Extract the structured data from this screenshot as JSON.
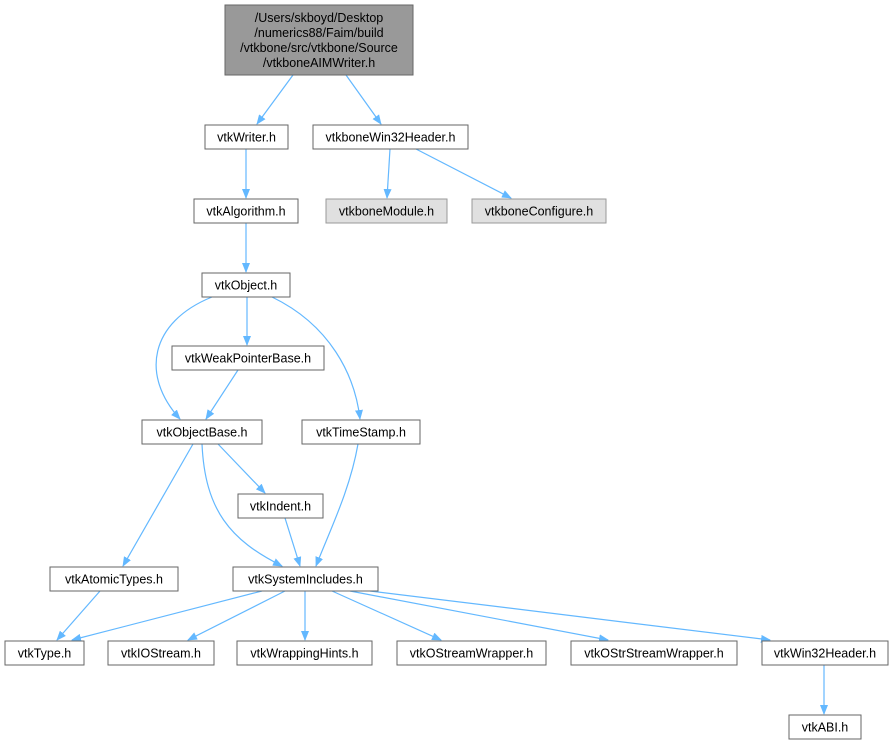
{
  "colors": {
    "edge": "#63b8ff",
    "node_fill": "#ffffff",
    "node_stroke": "#666666",
    "root_fill": "#999999",
    "root_stroke": "#666666",
    "external_fill": "#e0e0e0",
    "external_stroke": "#999999"
  },
  "nodes": [
    {
      "id": "root",
      "kind": "root",
      "lines": [
        "/Users/skboyd/Desktop",
        "/numerics88/Faim/build",
        "/vtkbone/src/vtkbone/Source",
        "/vtkboneAIMWriter.h"
      ]
    },
    {
      "id": "vtkWriter",
      "kind": "normal",
      "lines": [
        "vtkWriter.h"
      ]
    },
    {
      "id": "vtkboneWin32Header",
      "kind": "normal",
      "lines": [
        "vtkboneWin32Header.h"
      ]
    },
    {
      "id": "vtkAlgorithm",
      "kind": "normal",
      "lines": [
        "vtkAlgorithm.h"
      ]
    },
    {
      "id": "vtkboneModule",
      "kind": "external",
      "lines": [
        "vtkboneModule.h"
      ]
    },
    {
      "id": "vtkboneConfigure",
      "kind": "external",
      "lines": [
        "vtkboneConfigure.h"
      ]
    },
    {
      "id": "vtkObject",
      "kind": "normal",
      "lines": [
        "vtkObject.h"
      ]
    },
    {
      "id": "vtkWeakPointerBase",
      "kind": "normal",
      "lines": [
        "vtkWeakPointerBase.h"
      ]
    },
    {
      "id": "vtkObjectBase",
      "kind": "normal",
      "lines": [
        "vtkObjectBase.h"
      ]
    },
    {
      "id": "vtkTimeStamp",
      "kind": "normal",
      "lines": [
        "vtkTimeStamp.h"
      ]
    },
    {
      "id": "vtkIndent",
      "kind": "normal",
      "lines": [
        "vtkIndent.h"
      ]
    },
    {
      "id": "vtkAtomicTypes",
      "kind": "normal",
      "lines": [
        "vtkAtomicTypes.h"
      ]
    },
    {
      "id": "vtkSystemIncludes",
      "kind": "normal",
      "lines": [
        "vtkSystemIncludes.h"
      ]
    },
    {
      "id": "vtkType",
      "kind": "normal",
      "lines": [
        "vtkType.h"
      ]
    },
    {
      "id": "vtkIOStream",
      "kind": "normal",
      "lines": [
        "vtkIOStream.h"
      ]
    },
    {
      "id": "vtkWrappingHints",
      "kind": "normal",
      "lines": [
        "vtkWrappingHints.h"
      ]
    },
    {
      "id": "vtkOStreamWrapper",
      "kind": "normal",
      "lines": [
        "vtkOStreamWrapper.h"
      ]
    },
    {
      "id": "vtkOStrStreamWrapper",
      "kind": "normal",
      "lines": [
        "vtkOStrStreamWrapper.h"
      ]
    },
    {
      "id": "vtkWin32Header",
      "kind": "normal",
      "lines": [
        "vtkWin32Header.h"
      ]
    },
    {
      "id": "vtkABI",
      "kind": "normal",
      "lines": [
        "vtkABI.h"
      ]
    }
  ],
  "edges": [
    {
      "from": "root",
      "to": "vtkWriter"
    },
    {
      "from": "root",
      "to": "vtkboneWin32Header"
    },
    {
      "from": "vtkWriter",
      "to": "vtkAlgorithm"
    },
    {
      "from": "vtkboneWin32Header",
      "to": "vtkboneModule"
    },
    {
      "from": "vtkboneWin32Header",
      "to": "vtkboneConfigure"
    },
    {
      "from": "vtkAlgorithm",
      "to": "vtkObject"
    },
    {
      "from": "vtkObject",
      "to": "vtkWeakPointerBase"
    },
    {
      "from": "vtkObject",
      "to": "vtkObjectBase"
    },
    {
      "from": "vtkObject",
      "to": "vtkTimeStamp"
    },
    {
      "from": "vtkWeakPointerBase",
      "to": "vtkObjectBase"
    },
    {
      "from": "vtkObjectBase",
      "to": "vtkIndent"
    },
    {
      "from": "vtkObjectBase",
      "to": "vtkAtomicTypes"
    },
    {
      "from": "vtkObjectBase",
      "to": "vtkSystemIncludes"
    },
    {
      "from": "vtkTimeStamp",
      "to": "vtkSystemIncludes"
    },
    {
      "from": "vtkIndent",
      "to": "vtkSystemIncludes"
    },
    {
      "from": "vtkAtomicTypes",
      "to": "vtkType"
    },
    {
      "from": "vtkSystemIncludes",
      "to": "vtkType"
    },
    {
      "from": "vtkSystemIncludes",
      "to": "vtkIOStream"
    },
    {
      "from": "vtkSystemIncludes",
      "to": "vtkWrappingHints"
    },
    {
      "from": "vtkSystemIncludes",
      "to": "vtkOStreamWrapper"
    },
    {
      "from": "vtkSystemIncludes",
      "to": "vtkOStrStreamWrapper"
    },
    {
      "from": "vtkSystemIncludes",
      "to": "vtkWin32Header"
    },
    {
      "from": "vtkWin32Header",
      "to": "vtkABI"
    }
  ]
}
